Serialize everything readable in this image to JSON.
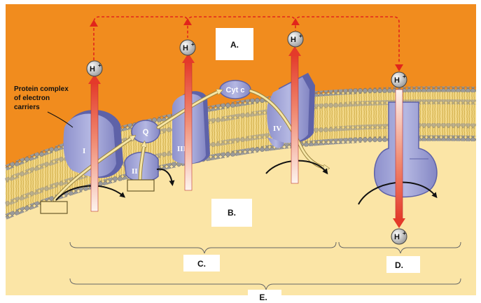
{
  "labels": {
    "A": "A.",
    "B": "B.",
    "C": "C.",
    "D": "D.",
    "E": "E."
  },
  "annotation": {
    "line1": "Protein complex",
    "line2": "of electron",
    "line3": "carriers"
  },
  "complexes": {
    "I": "I",
    "II": "II",
    "III": "III",
    "IV": "IV"
  },
  "carriers": {
    "q": "Q",
    "cytc": "Cyt c"
  },
  "ion": {
    "symbol": "H",
    "charge": "+"
  },
  "colors": {
    "intermembrane": "#F18C1E",
    "matrix": "#FBE5A6",
    "protein": "#A3A6D6",
    "protein_dark": "#5E62A8",
    "arrow": "#E43A2A",
    "dashed": "#E1251B"
  }
}
